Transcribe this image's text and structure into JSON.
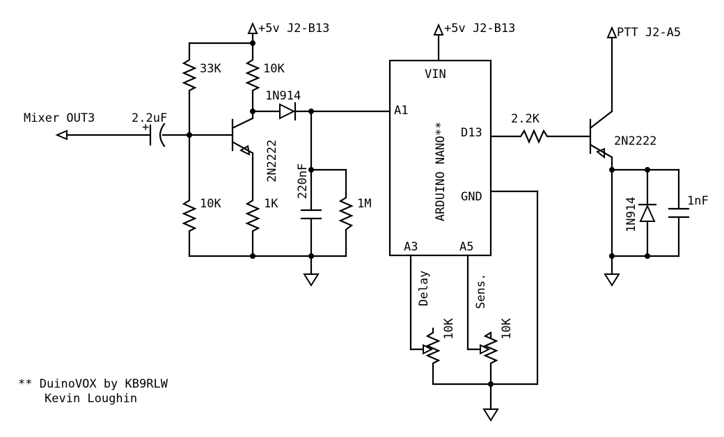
{
  "labels": {
    "vcc_left": "+5v J2-B13",
    "vcc_right": "+5v J2-B13",
    "ptt": "PTT J2-A5",
    "mixer": "Mixer OUT3",
    "c_input": "2.2uF",
    "r_33k": "33K",
    "r_10k_collector": "10K",
    "diode_1": "1N914",
    "q1": "2N2222",
    "c_220n": "220nF",
    "r_1m": "1M",
    "r_10k_base": "10K",
    "r_1k": "1K",
    "nano_vin": "VIN",
    "nano_a1": "A1",
    "nano_d13": "D13",
    "nano_gnd": "GND",
    "nano_a3": "A3",
    "nano_a5": "A5",
    "nano_title": "ARDUINO NANO**",
    "r_2k2": "2.2K",
    "q2": "2N2222",
    "diode_2": "1N914",
    "c_1n": "1nF",
    "delay": "Delay",
    "sens": "Sens.",
    "pot_delay": "10K",
    "pot_sens": "10K",
    "credit_line1": "** DuinoVOX by KB9RLW",
    "credit_line2": "Kevin Loughin"
  }
}
